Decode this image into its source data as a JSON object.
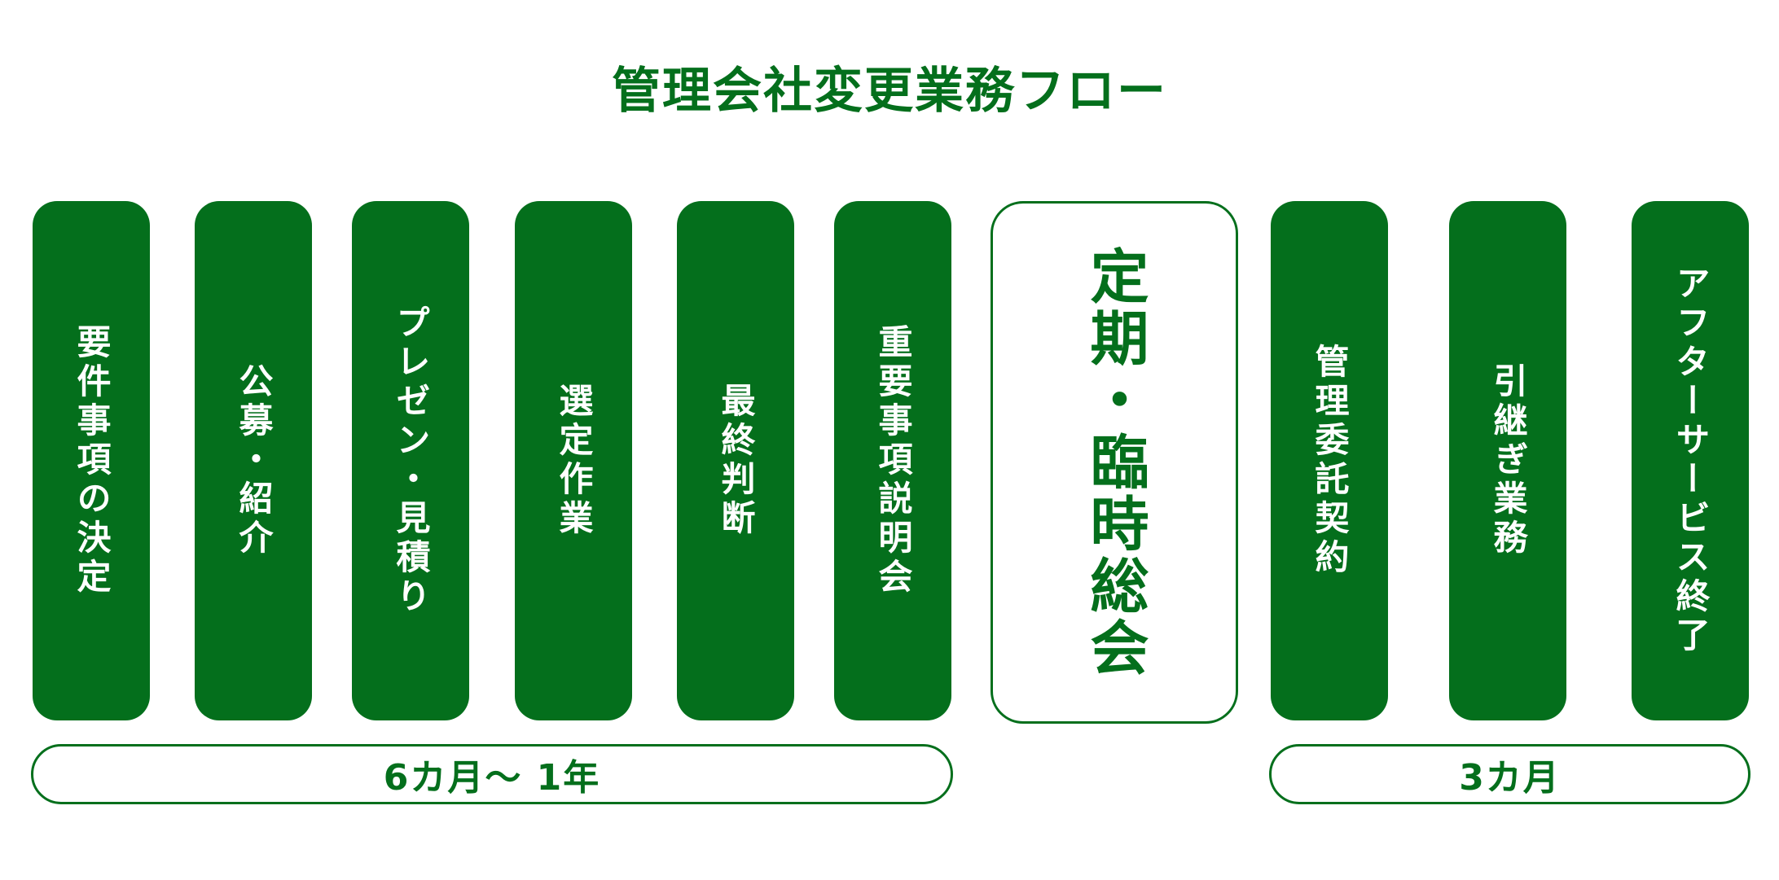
{
  "title": "管理会社変更業務フロー",
  "colors": {
    "primary": "#046f1c",
    "background": "#ffffff"
  },
  "steps": [
    {
      "label": "要件事項の決定"
    },
    {
      "label": "公募・紹介"
    },
    {
      "label": "プレゼン・見積り"
    },
    {
      "label": "選定作業"
    },
    {
      "label": "最終判断"
    },
    {
      "label": "重要事項説明会"
    },
    {
      "label": "管理委託契約"
    },
    {
      "label": "引継ぎ業務"
    },
    {
      "label": "アフターサービス終了"
    }
  ],
  "center_step": {
    "label": "定期・臨時総会"
  },
  "periods": [
    {
      "label": "6カ月～ 1年"
    },
    {
      "label": "3カ月"
    }
  ]
}
